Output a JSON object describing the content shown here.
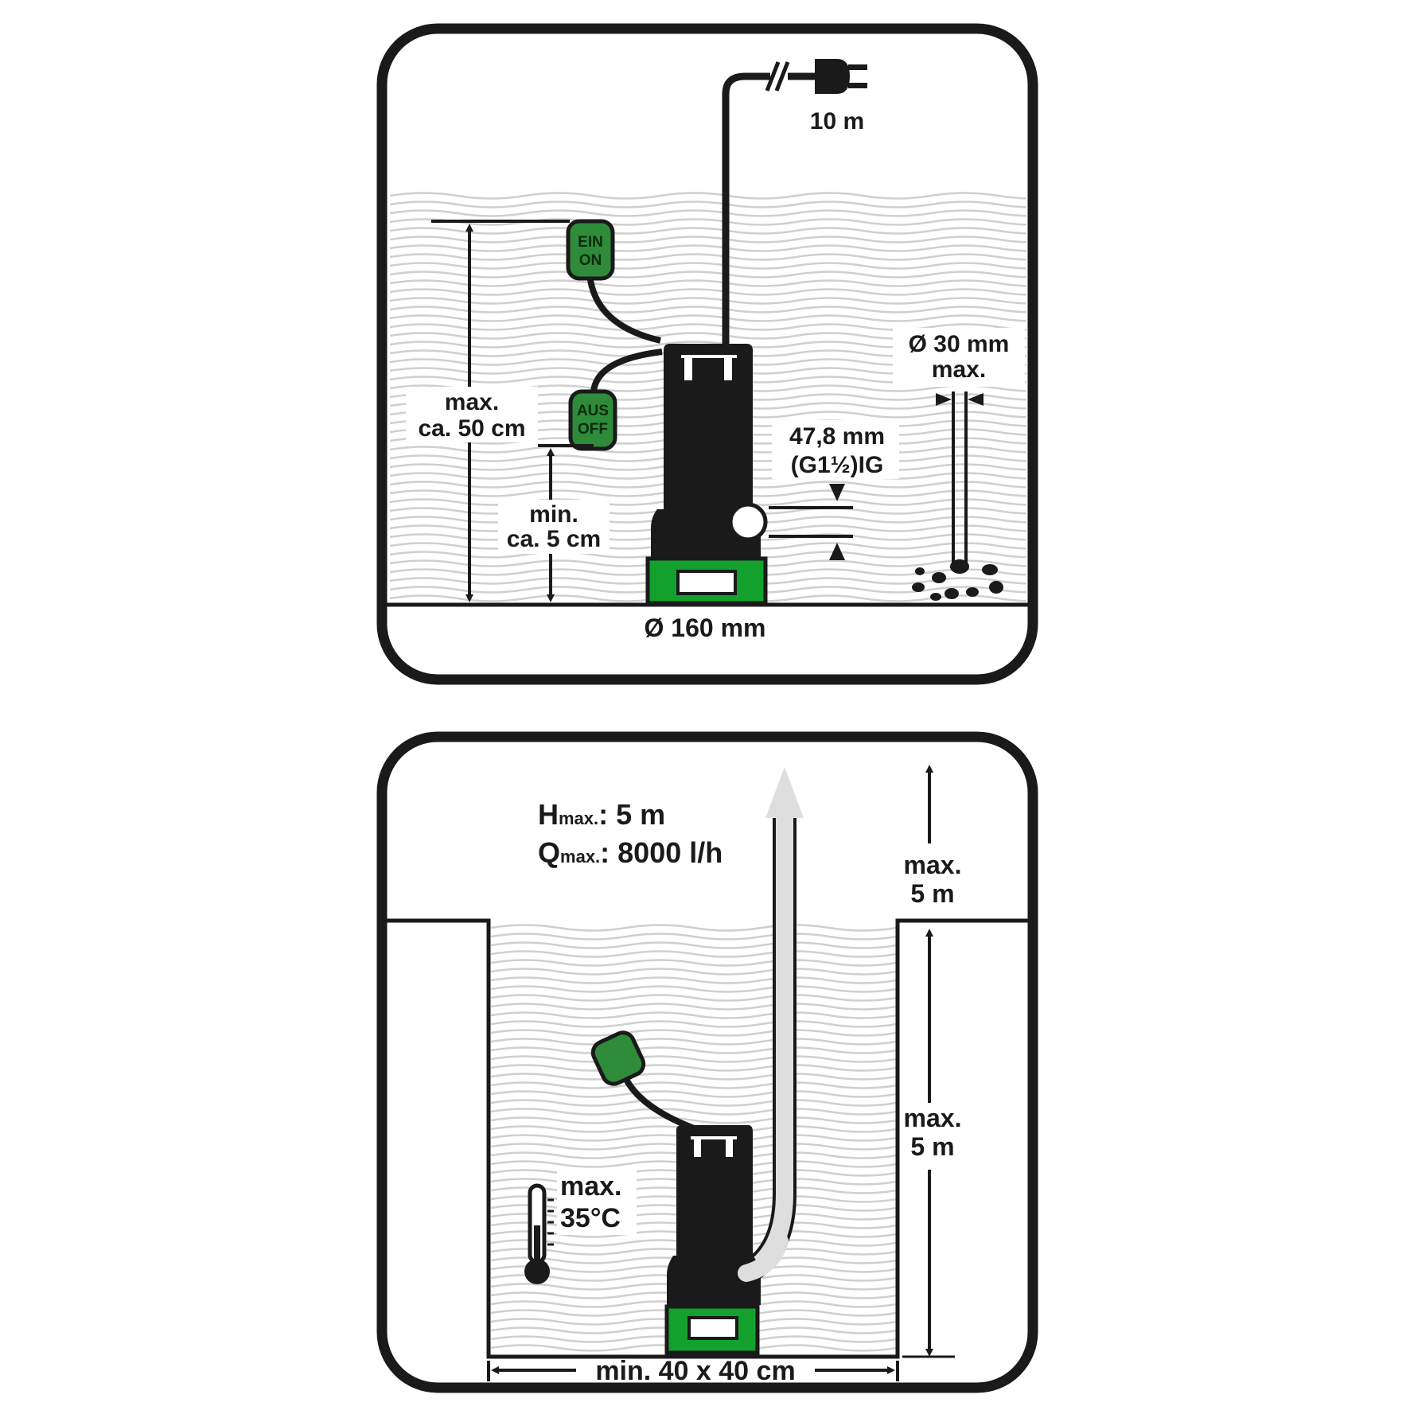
{
  "colors": {
    "ink": "#1a1a1a",
    "pump_green": "#12a12c",
    "switch_green": "#2e8b3a",
    "water_line": "#cfcfcf",
    "flow_arrow": "#dedede"
  },
  "top": {
    "cable_length": "10 m",
    "switch_on_line1": "EIN",
    "switch_on_line2": "ON",
    "switch_off_line1": "AUS",
    "switch_off_line2": "OFF",
    "max_level_line1": "max.",
    "max_level_line2": "ca. 50 cm",
    "min_level_line1": "min.",
    "min_level_line2": "ca. 5 cm",
    "outlet_line1": "47,8 mm",
    "outlet_line2": "(G1½)IG",
    "particle_line1": "Ø 30 mm",
    "particle_line2": "max.",
    "diameter": "Ø 160 mm"
  },
  "bottom": {
    "h_prefix": "H",
    "h_sub": "max.",
    "h_value": ": 5 m",
    "q_prefix": "Q",
    "q_sub": "max.",
    "q_value": ": 8000 l/h",
    "head_line1": "max.",
    "head_line2": "5 m",
    "depth_line1": "max.",
    "depth_line2": "5 m",
    "temp_line1": "max.",
    "temp_line2": "35°C",
    "pit_size": "min. 40 x 40 cm"
  },
  "icons": [
    "power-plug-icon",
    "thermometer-icon",
    "float-switch-icon",
    "pump-icon",
    "flow-arrow-icon"
  ]
}
